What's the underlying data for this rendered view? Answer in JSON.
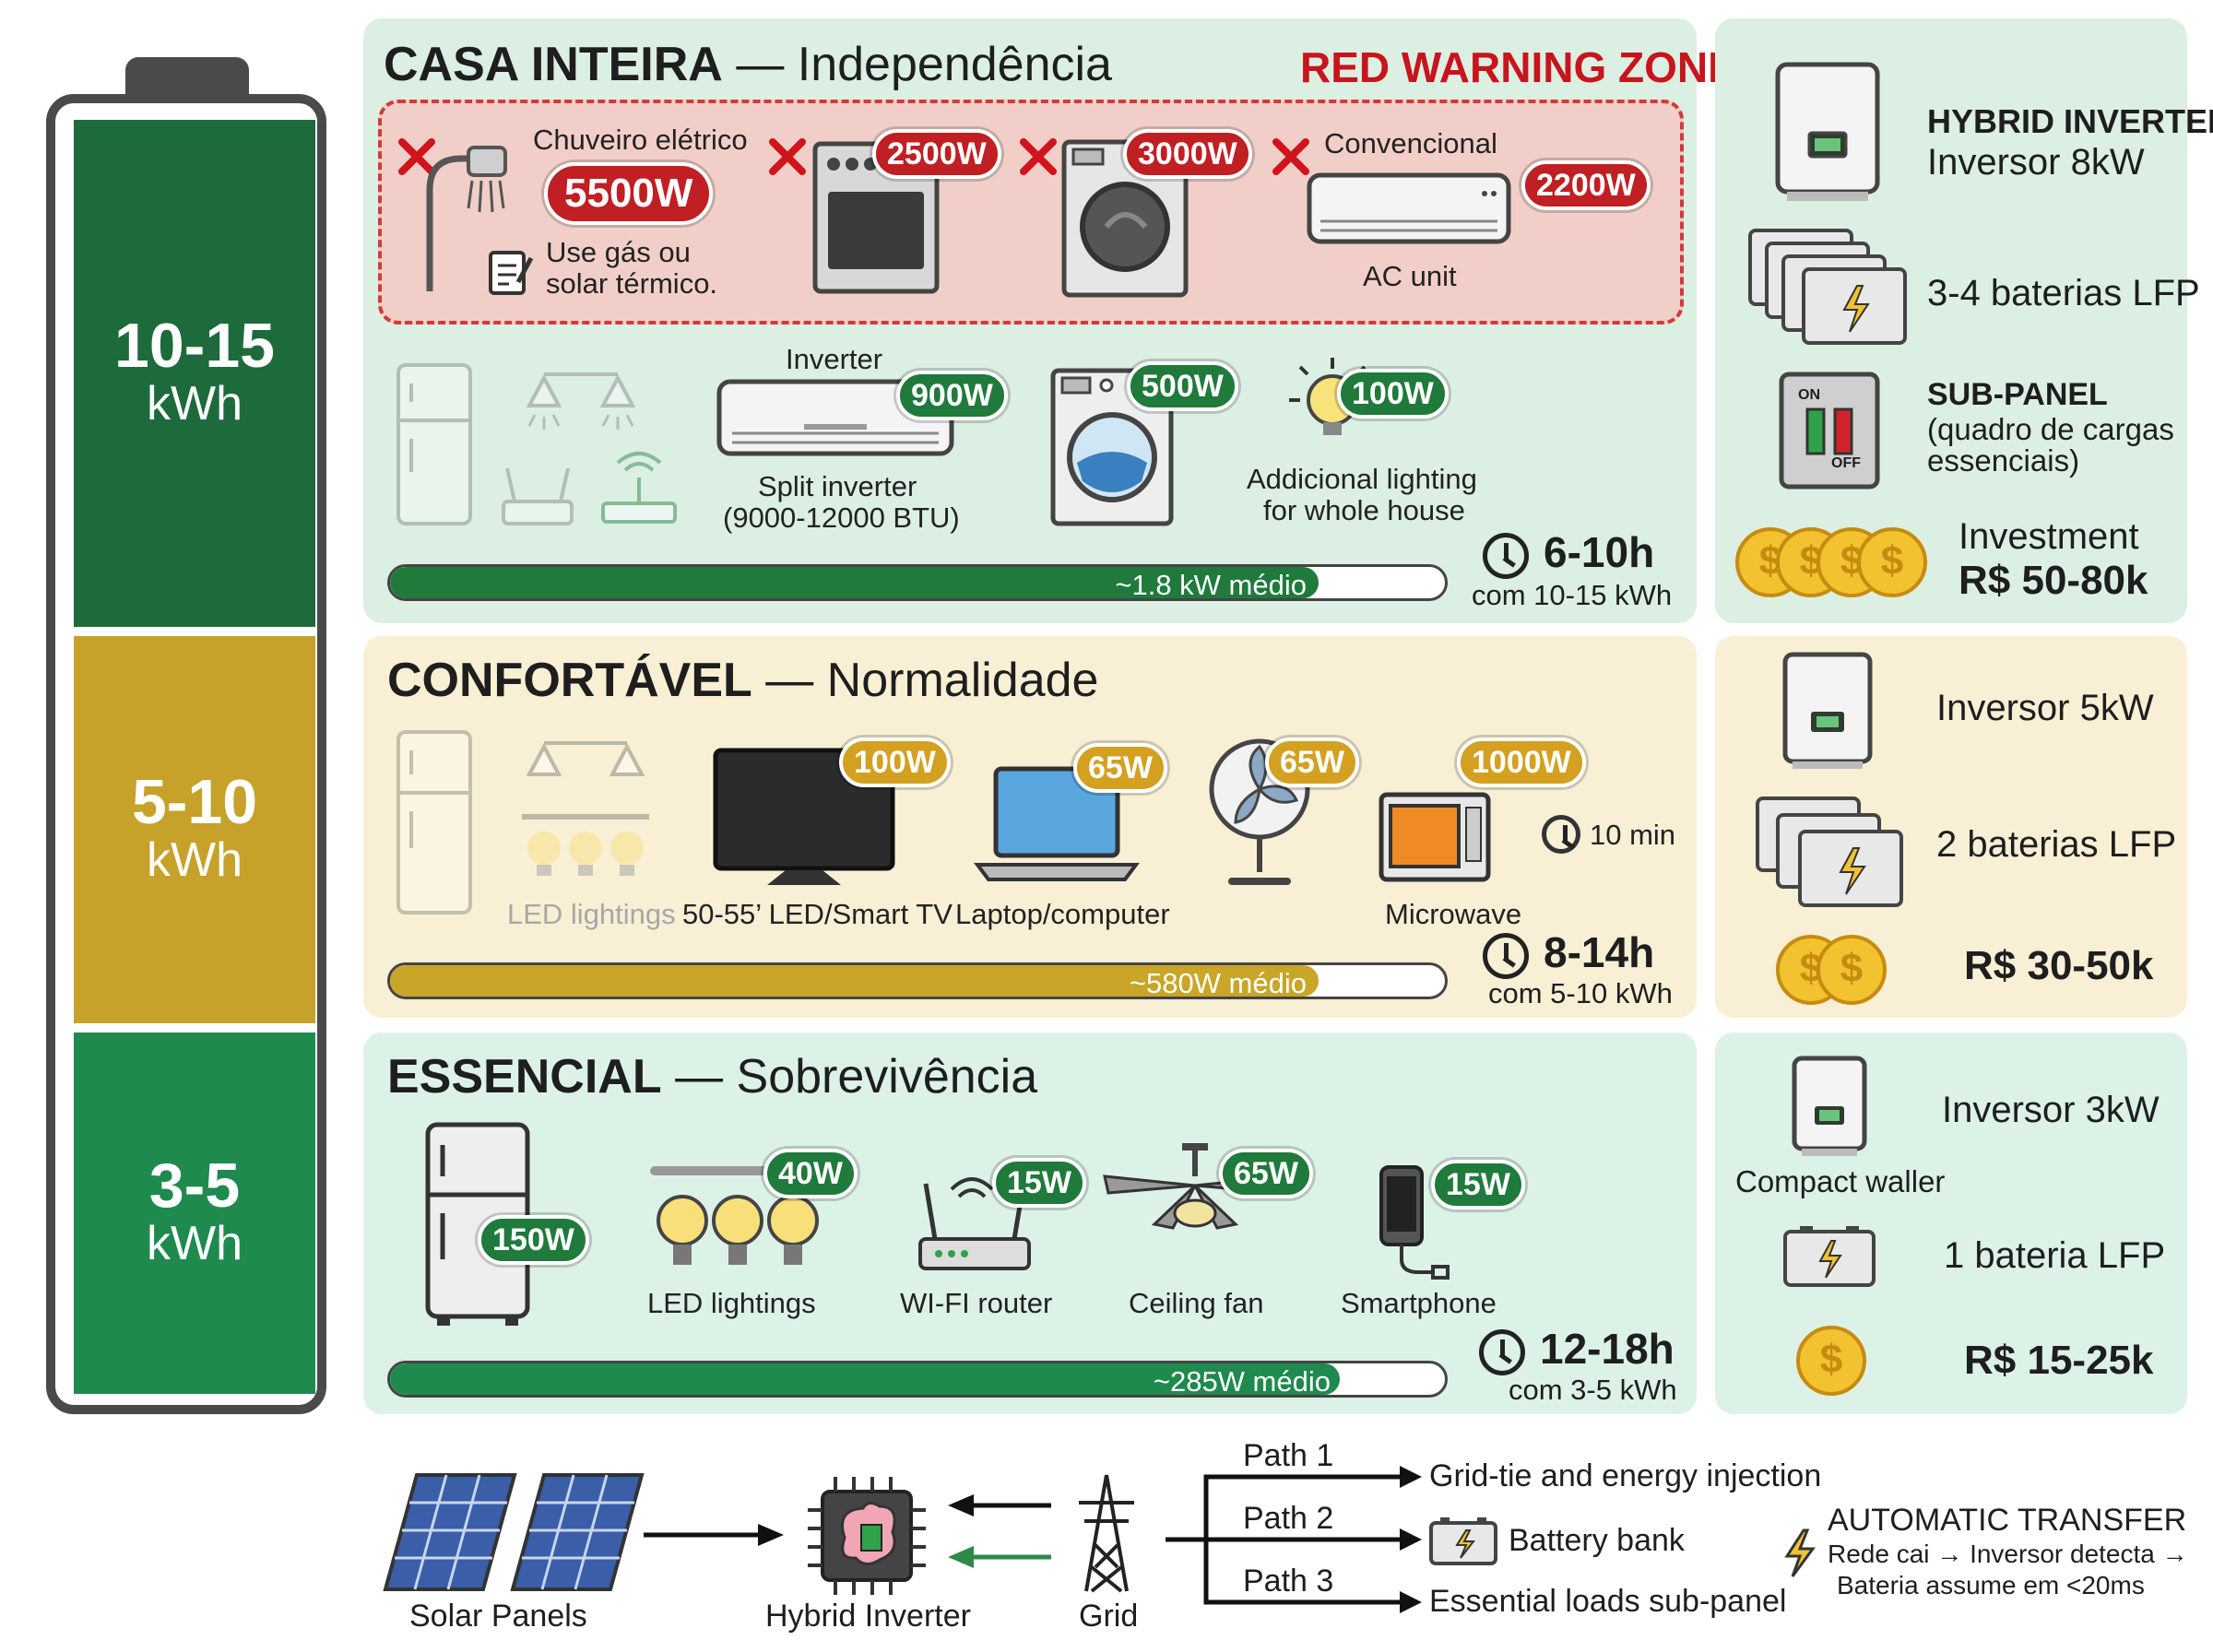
{
  "battery": {
    "top": {
      "range": "10-15",
      "unit": "kWh",
      "color": "#1d6b3c"
    },
    "middle": {
      "range": "5-10",
      "unit": "kWh",
      "color": "#c6a22a"
    },
    "bottom": {
      "range": "3-5",
      "unit": "kWh",
      "color": "#1f8a4e"
    }
  },
  "whole_house": {
    "title_bold": "CASA INTEIRA",
    "title_rest": "— Independência",
    "warning_label": "RED WARNING ZONE",
    "warning_items": [
      {
        "label": "Chuveiro elétrico",
        "watts": "5500W",
        "note_line1": "Use gás ou",
        "note_line2": "solar térmico."
      },
      {
        "watts": "2500W"
      },
      {
        "watts": "3000W"
      },
      {
        "label": "Convencional",
        "watts": "2200W",
        "sublabel": "AC unit"
      }
    ],
    "items": [
      {
        "label_top": "Inverter",
        "watts": "900W",
        "label_line1": "Split inverter",
        "label_line2": "(9000-12000 BTU)"
      },
      {
        "watts": "500W"
      },
      {
        "watts": "100W",
        "label_line1": "Addicional lighting",
        "label_line2": "for whole house"
      }
    ],
    "bar_text": "~1.8 kW médio",
    "bar_fill": 0.88,
    "runtime": "6-10h",
    "runtime_sub": "com 10-15 kWh",
    "system": {
      "inverter_title": "HYBRID INVERTER",
      "inverter": "Inversor 8kW",
      "batteries": "3-4 baterias LFP",
      "subpanel_title": "SUB-PANEL",
      "subpanel_line1": "(quadro de cargas",
      "subpanel_line2": "essenciais)",
      "switch_on": "ON",
      "switch_off": "OFF",
      "investment_label": "Investment",
      "investment": "R$ 50-80k",
      "coin_symbol": "$"
    }
  },
  "comfortable": {
    "title_bold": "CONFORTÁVEL",
    "title_rest": "— Normalidade",
    "items": [
      {
        "label": "LED lightings"
      },
      {
        "watts": "100W",
        "label": "50-55’ LED/Smart TV"
      },
      {
        "watts": "65W",
        "label": "Laptop/computer"
      },
      {
        "watts": "65W"
      },
      {
        "watts": "1000W",
        "label": "Microwave",
        "extra": "10 min"
      }
    ],
    "bar_text": "~580W médio",
    "bar_fill": 0.88,
    "runtime": "8-14h",
    "runtime_sub": "com 5-10 kWh",
    "system": {
      "inverter": "Inversor 5kW",
      "batteries": "2 baterias LFP",
      "investment": "R$ 30-50k"
    }
  },
  "essential": {
    "title_bold": "ESSENCIAL",
    "title_rest": "— Sobrevivência",
    "items": [
      {
        "watts": "150W"
      },
      {
        "watts": "40W",
        "label": "LED lightings"
      },
      {
        "watts": "15W",
        "label": "WI-FI router"
      },
      {
        "watts": "65W",
        "label": "Ceiling fan"
      },
      {
        "watts": "15W",
        "label": "Smartphone"
      }
    ],
    "bar_text": "~285W médio",
    "bar_fill": 0.9,
    "runtime": "12-18h",
    "runtime_sub": "com 3-5 kWh",
    "system": {
      "inverter": "Inversor 3kW",
      "inverter_sub": "Compact waller",
      "batteries": "1 bateria LFP",
      "investment": "R$ 15-25k"
    }
  },
  "flow": {
    "solar": "Solar Panels",
    "inverter": "Hybrid Inverter",
    "grid": "Grid",
    "path1": "Path 1",
    "path1_target": "Grid-tie and energy injection",
    "path2": "Path 2",
    "path2_target": "Battery bank",
    "path3": "Path 3",
    "path3_target": "Essential loads sub-panel",
    "ats_title": "AUTOMATIC TRANSFER",
    "ats_line1": "Rede cai → Inversor detecta →",
    "ats_line2": "Bateria assume em <20ms"
  },
  "colors": {
    "panel_green": "#dcefe3",
    "panel_cream": "#f8efd5",
    "warning_bg": "#f1cfc8",
    "warning_border": "#d23a3a",
    "warning_text": "#c8141c",
    "bar_green": "#1f7a3c",
    "bar_gold": "#c9a528",
    "bar_essential": "#1f8a4e"
  }
}
